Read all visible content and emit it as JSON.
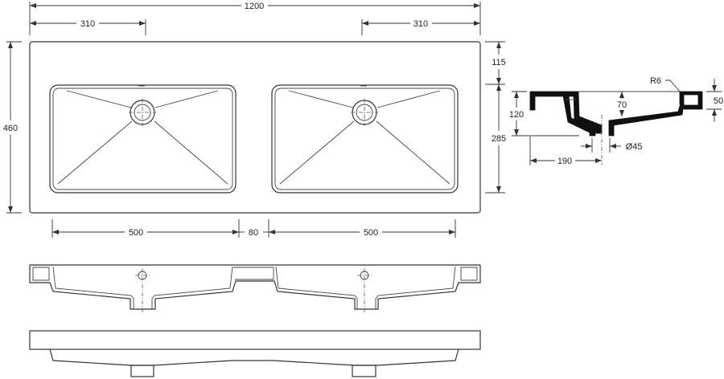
{
  "title": "Double washbasin technical drawing",
  "dimensions": {
    "overall_width": "1200",
    "left_offset": "310",
    "right_offset": "310",
    "overall_depth": "460",
    "front_margin": "115",
    "basin_depth_total": "285",
    "left_basin_width": "500",
    "basin_gap": "80",
    "right_basin_width": "500",
    "section_height": "120",
    "section_bowl_depth": "70",
    "section_radius": "R6",
    "section_rim_height": "50",
    "section_drain_diameter": "Ø45",
    "section_drain_offset": "190"
  },
  "views": {
    "top": "plan-view",
    "side_section": "side-section-view",
    "front_section": "front-section-view",
    "front_elevation": "front-elevation-view"
  }
}
